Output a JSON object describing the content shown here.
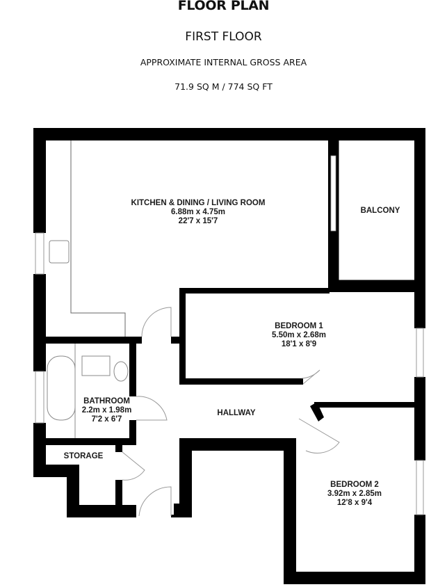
{
  "header": {
    "title": "FLOOR PLAN",
    "floor": "FIRST FLOOR",
    "area_label": "APPROXIMATE INTERNAL GROSS AREA",
    "area_value": "71.9 SQ M / 774 SQ FT"
  },
  "rooms": {
    "kitchen": {
      "name": "KITCHEN & DINING / LIVING ROOM",
      "metric": "6.88m x 4.75m",
      "imperial": "22'7 x 15'7"
    },
    "balcony": {
      "name": "BALCONY"
    },
    "bedroom1": {
      "name": "BEDROOM 1",
      "metric": "5.50m x 2.68m",
      "imperial": "18'1 x 8'9"
    },
    "bathroom": {
      "name": "BATHROOM",
      "metric": "2.2m x 1.98m",
      "imperial": "7'2 x 6'7"
    },
    "hallway": {
      "name": "HALLWAY"
    },
    "storage": {
      "name": "STORAGE"
    },
    "bedroom2": {
      "name": "BEDROOM 2",
      "metric": "3.92m x 2.85m",
      "imperial": "12'8 x 9'4"
    }
  },
  "colors": {
    "wall": "#000000",
    "fixture": "#888888",
    "background": "#ffffff"
  }
}
